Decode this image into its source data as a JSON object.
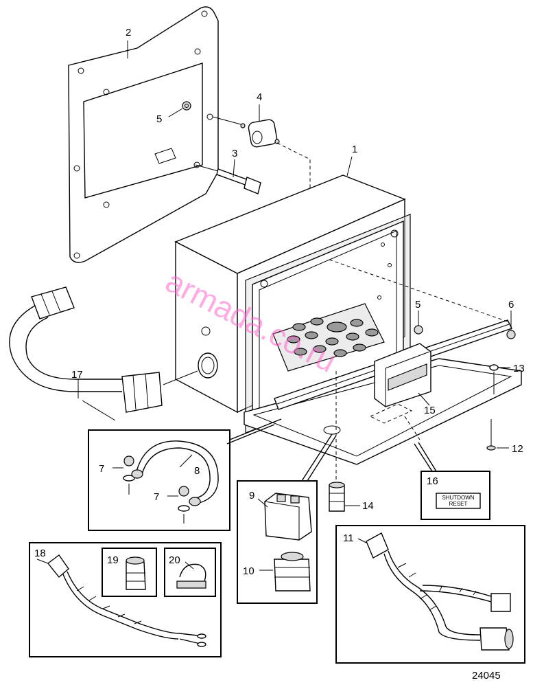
{
  "callouts": {
    "c1": "1",
    "c2": "2",
    "c3": "3",
    "c4": "4",
    "c5a": "5",
    "c5b": "5",
    "c6": "6",
    "c7a": "7",
    "c7b": "7",
    "c8": "8",
    "c9": "9",
    "c10": "10",
    "c11": "11",
    "c12": "12",
    "c13": "13",
    "c14": "14",
    "c15": "15",
    "c16": "16",
    "c17": "17",
    "c18": "18",
    "c19": "19",
    "c20": "20"
  },
  "label_plate": {
    "line1": "SHUTDOWN",
    "line2": "RESET"
  },
  "drawing_number": "24045",
  "watermark": "armada.co.ru"
}
